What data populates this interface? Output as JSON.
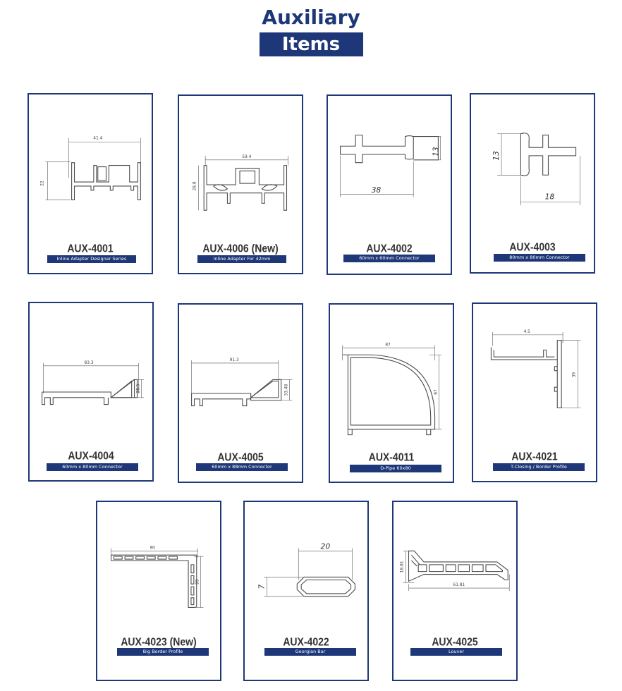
{
  "header": {
    "title_line1": "Auxiliary",
    "title_line2": "Items"
  },
  "items": [
    {
      "code": "AUX-4001",
      "caption": "Inline Adapter Designer Series",
      "dims": [
        "41.4",
        "22"
      ]
    },
    {
      "code": "AUX-4006 (New)",
      "caption": "Inline Adapter For 42mm",
      "dims": [
        "59.4",
        "28.8"
      ]
    },
    {
      "code": "AUX-4002",
      "caption": "60mm x 60mm Connector",
      "dims": [
        "13",
        "38"
      ]
    },
    {
      "code": "AUX-4003",
      "caption": "80mm x 80mm Connector",
      "dims": [
        "13",
        "18"
      ]
    },
    {
      "code": "AUX-4004",
      "caption": "60mm x 80mm Connector",
      "dims": [
        "83.3",
        "28.5"
      ]
    },
    {
      "code": "AUX-4005",
      "caption": "60mm x 88mm Connector",
      "dims": [
        "91.3",
        "33.48"
      ]
    },
    {
      "code": "AUX-4011",
      "caption": "D-Pipe 60x80",
      "dims": [
        "87",
        "67"
      ]
    },
    {
      "code": "AUX-4021",
      "caption": "T-Closing / Border Profile",
      "dims": [
        "4.5",
        "39"
      ]
    },
    {
      "code": "AUX-4023 (New)",
      "caption": "Big Border Profile",
      "dims": [
        "90",
        "99"
      ]
    },
    {
      "code": "AUX-4022",
      "caption": "Georgian Bar",
      "dims": [
        "20",
        "7"
      ]
    },
    {
      "code": "AUX-4025",
      "caption": "Louver",
      "dims": [
        "18.81",
        "61.81"
      ]
    }
  ]
}
